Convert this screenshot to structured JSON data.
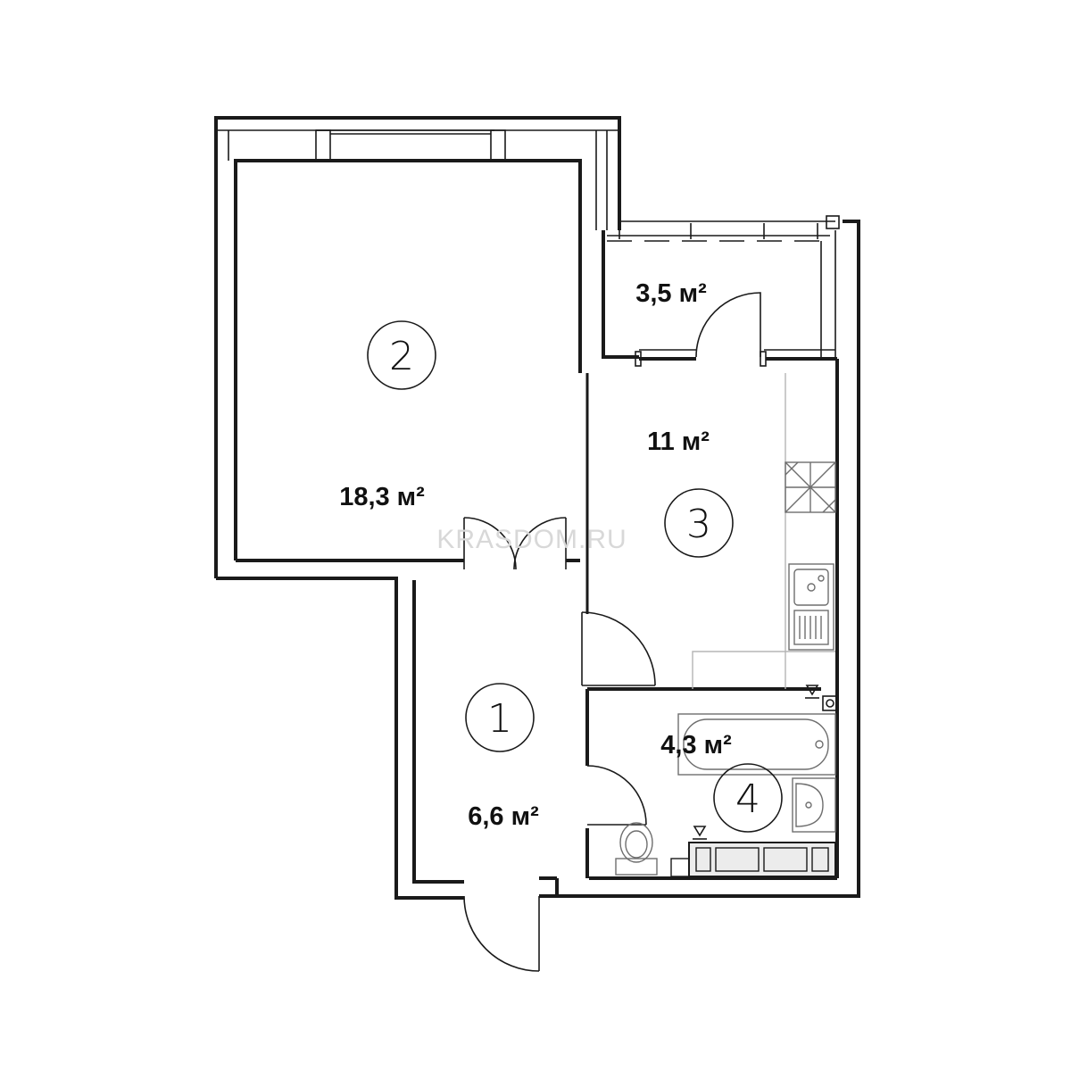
{
  "rooms": [
    {
      "number": "1",
      "area": "6,6 м²"
    },
    {
      "number": "2",
      "area": "18,3 м²"
    },
    {
      "number": "3",
      "area": "11 м²"
    },
    {
      "number": "4",
      "area": "4,3 м²"
    }
  ],
  "balcony": {
    "area": "3,5 м²"
  },
  "watermark": "KRASDOM.RU",
  "icons": [
    "door-swing-icon",
    "stove-icon",
    "sink-icon",
    "bathtub-icon",
    "toilet-icon",
    "washbasin-icon",
    "riser-marker-icon"
  ]
}
